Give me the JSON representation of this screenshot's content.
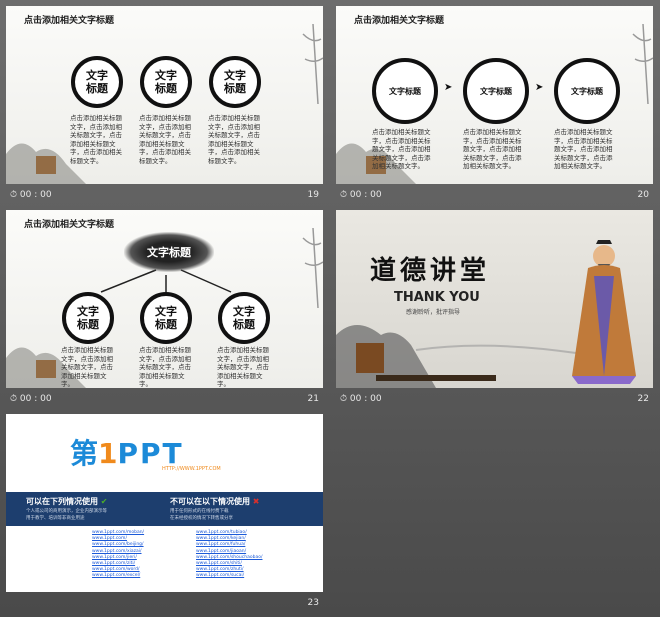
{
  "thumbnails": [
    {
      "number": "19",
      "time": "00 : 00",
      "title": "点击添加相关文字标题",
      "circles": [
        {
          "label": "文字\n标题"
        },
        {
          "label": "文字\n标题"
        },
        {
          "label": "文字\n标题"
        }
      ],
      "paragraph": "点击添加相关标题文字，点击添加相关标题文字，点击添加相关标题文字，点击添加相关标题文字。"
    },
    {
      "number": "20",
      "time": "00 : 00",
      "title": "点击添加相关文字标题",
      "circles": [
        {
          "label": "文字标题"
        },
        {
          "label": "文字标题"
        },
        {
          "label": "文字标题"
        }
      ],
      "paragraph": "点击添加相关标题文字，点击添加相关标题文字，点击添加相关标题文字，点击添加相关标题文字。"
    },
    {
      "number": "21",
      "time": "00 : 00",
      "title": "点击添加相关文字标题",
      "cloud_label": "文字标题",
      "circles": [
        {
          "label": "文字\n标题"
        },
        {
          "label": "文字\n标题"
        },
        {
          "label": "文字\n标题"
        }
      ],
      "paragraph": "点击添加相关标题文字，点击添加相关标题文字，点击添加相关标题文字。"
    },
    {
      "number": "22",
      "time": "00 : 00",
      "calligraphy": "道德讲堂",
      "thanks": "THANK YOU",
      "subtitle": "感谢聆听，批评指导"
    },
    {
      "number": "23",
      "brand_cn": "第",
      "brand_one": "1",
      "brand_ppt": "PPT",
      "brand_url": "HTTP://WWW.1PPT.COM",
      "allow_title": "可以在下列情况使用",
      "allow_lines": [
        "个人或公司的商用演示，企业内部演示等",
        "用于教学、培训等非商业用途"
      ],
      "deny_title": "不可以在以下情况使用",
      "deny_lines": [
        "用于任何形式的在线付费下载",
        "在未经授权的情况下转售或分享"
      ],
      "links_left": [
        "www.1ppt.com/moban/",
        "www.1ppt.com/",
        "www.1ppt.com/beijing/",
        "www.1ppt.com/xiazai/",
        "www.1ppt.com/jieri/",
        "www.1ppt.com/ziti/",
        "www.1ppt.com/word/",
        "www.1ppt.com/excel/"
      ],
      "links_right": [
        "www.1ppt.com/tubiao/",
        "www.1ppt.com/kejian/",
        "www.1ppt.com/fuhua/",
        "www.1ppt.com/jiaoan/",
        "www.1ppt.com/shouchaobao/",
        "www.1ppt.com/shiti/",
        "www.1ppt.com/zhuti/",
        "www.1ppt.com/sucai/"
      ]
    }
  ],
  "colors": {
    "accent": "#1d3e6e",
    "brand_blue": "#1c8ad8",
    "brand_orange": "#f08a1c",
    "check": "#4caf27",
    "cross": "#d9302c"
  }
}
